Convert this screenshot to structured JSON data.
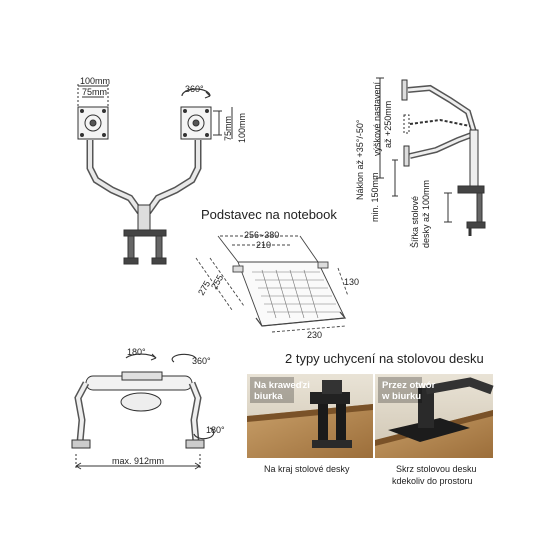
{
  "front_arm": {
    "dim_100": "100mm",
    "dim_75": "75mm",
    "rot_360": "360°",
    "vdim_75": "75mm",
    "vdim_100": "100mm"
  },
  "side_view": {
    "tilt": "Náklon až +35°/-50°",
    "height_line1": "výškové nastavení",
    "height_line2": "až +250mm",
    "min": "min. 150mm",
    "desk_line1": "Šířka stolové",
    "desk_line2": "desky až 100mm"
  },
  "notebook": {
    "title": "Podstavec na notebook",
    "dim_top": "256~380",
    "dim_inner": "210",
    "dim_left1": "275",
    "dim_left2": "255",
    "dim_right": "130",
    "dim_bottom": "230"
  },
  "top_view": {
    "rot_180_top": "180°",
    "rot_360": "360°",
    "rot_180_right": "180°",
    "max": "max. 912mm"
  },
  "mounting": {
    "title": "2 typy uchycení na stolovou desku",
    "photo1_label1": "Na kraweďzi",
    "photo1_label2": "biurka",
    "photo2_label1": "Przez otwór",
    "photo2_label2": "w biurku",
    "caption1": "Na kraj stolové desky",
    "caption2_line1": "Skrz stolovou desku",
    "caption2_line2": "kdekoliv do prostoru"
  }
}
